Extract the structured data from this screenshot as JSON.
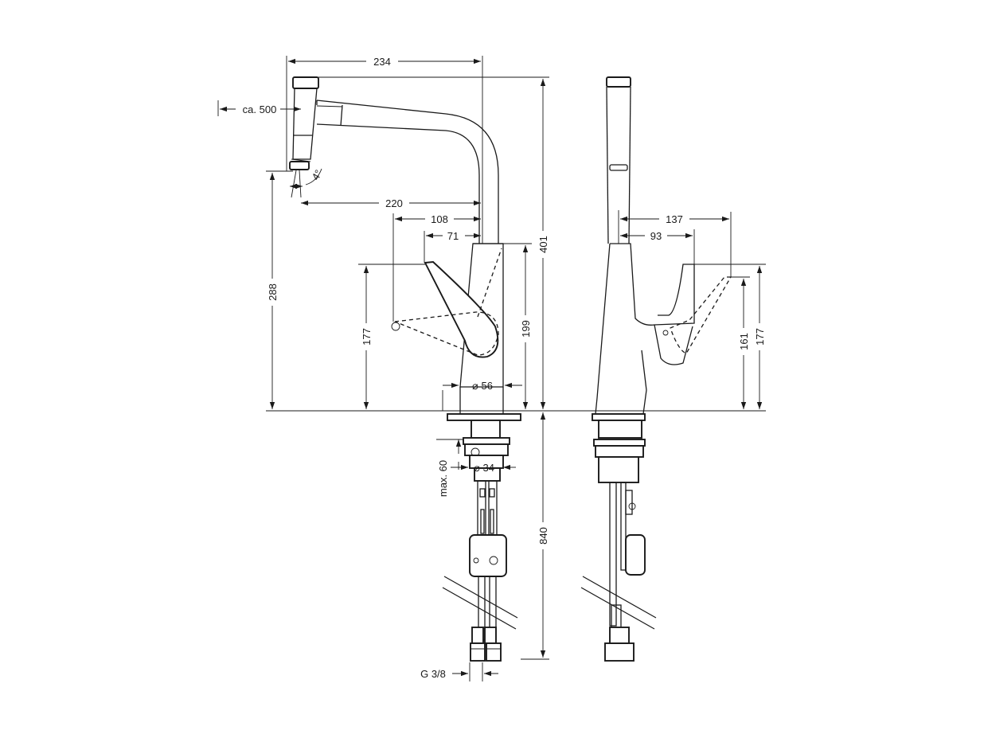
{
  "dimensions": {
    "d234": "234",
    "ca500": "ca. 500",
    "angle4": "4°",
    "d220": "220",
    "d108": "108",
    "d71": "71",
    "d401": "401",
    "d288": "288",
    "d177_front": "177",
    "d199": "199",
    "dia56": "⌀ 56",
    "max60": "max. 60",
    "dia34": "⌀ 34",
    "d840": "840",
    "g38": "G 3/8",
    "d137": "137",
    "d93": "93",
    "d161": "161",
    "d177_side": "177"
  }
}
